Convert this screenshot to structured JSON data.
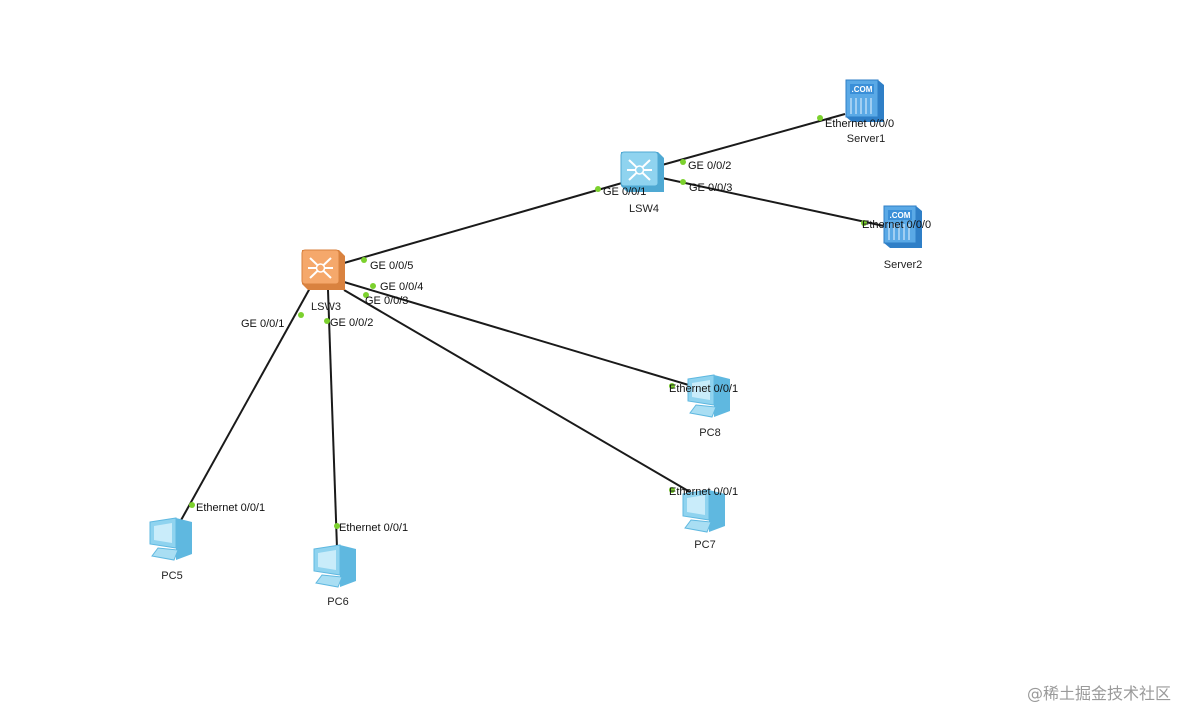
{
  "colors": {
    "link": "#1a1a1a",
    "port_dot": "#7cd12e",
    "switch_core": "#f5a86b",
    "switch_access": "#8fd3ef",
    "pc": "#8fd3ef",
    "server": "#5aa9e6"
  },
  "devices": [
    {
      "id": "lsw3",
      "name": "LSW3",
      "kind": "switch-core"
    },
    {
      "id": "lsw4",
      "name": "LSW4",
      "kind": "switch"
    },
    {
      "id": "server1",
      "name": "Server1",
      "kind": "server",
      "badge": ".COM"
    },
    {
      "id": "server2",
      "name": "Server2",
      "kind": "server",
      "badge": ".COM"
    },
    {
      "id": "pc5",
      "name": "PC5",
      "kind": "pc"
    },
    {
      "id": "pc6",
      "name": "PC6",
      "kind": "pc"
    },
    {
      "id": "pc7",
      "name": "PC7",
      "kind": "pc"
    },
    {
      "id": "pc8",
      "name": "PC8",
      "kind": "pc"
    }
  ],
  "links": [
    {
      "from": "lsw3",
      "to": "lsw4",
      "from_port": "GE 0/0/5",
      "to_port": "GE 0/0/1"
    },
    {
      "from": "lsw4",
      "to": "server1",
      "from_port": "GE 0/0/2",
      "to_port": "Ethernet 0/0/0"
    },
    {
      "from": "lsw4",
      "to": "server2",
      "from_port": "GE 0/0/3",
      "to_port": "Ethernet 0/0/0"
    },
    {
      "from": "lsw3",
      "to": "pc5",
      "from_port": "GE 0/0/1",
      "to_port": "Ethernet 0/0/1"
    },
    {
      "from": "lsw3",
      "to": "pc6",
      "from_port": "GE 0/0/2",
      "to_port": "Ethernet 0/0/1"
    },
    {
      "from": "lsw3",
      "to": "pc7",
      "from_port": "GE 0/0/3",
      "to_port": "Ethernet 0/0/1"
    },
    {
      "from": "lsw3",
      "to": "pc8",
      "from_port": "GE 0/0/4",
      "to_port": "Ethernet 0/0/1"
    }
  ],
  "watermark": "@稀土掘金技术社区"
}
